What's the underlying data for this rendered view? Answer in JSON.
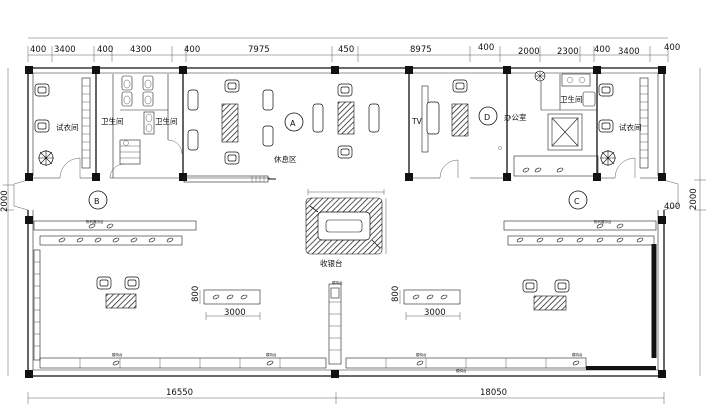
{
  "plan": {
    "top_dims": [
      "400",
      "3400",
      "400",
      "4300",
      "400",
      "7975",
      "450",
      "8975",
      "400",
      "2000",
      "2300",
      "400",
      "3400",
      "400"
    ],
    "bottom_dims": [
      "16550",
      "18050"
    ],
    "left_dim": "2000",
    "right_dims": [
      "400",
      "2000"
    ],
    "zones": [
      "A",
      "B",
      "C",
      "D"
    ],
    "rooms": {
      "fitting_left": "试衣间",
      "wc_left_1": "卫生间",
      "wc_left_2": "卫生间",
      "lounge": "休息区",
      "tv": "TV",
      "office": "办公室",
      "wc_right": "卫生间",
      "fitting_right": "试衣间",
      "cashier": "收银台"
    },
    "fixture_dims": {
      "rack_left_h": "800",
      "rack_left_w": "3000",
      "rack_right_h": "800",
      "rack_right_w": "3000"
    },
    "small_labels": [
      "陈列展示台",
      "陈列展示台",
      "模特台",
      "模特台",
      "模特台",
      "模特台",
      "模特台",
      "模特台"
    ]
  }
}
